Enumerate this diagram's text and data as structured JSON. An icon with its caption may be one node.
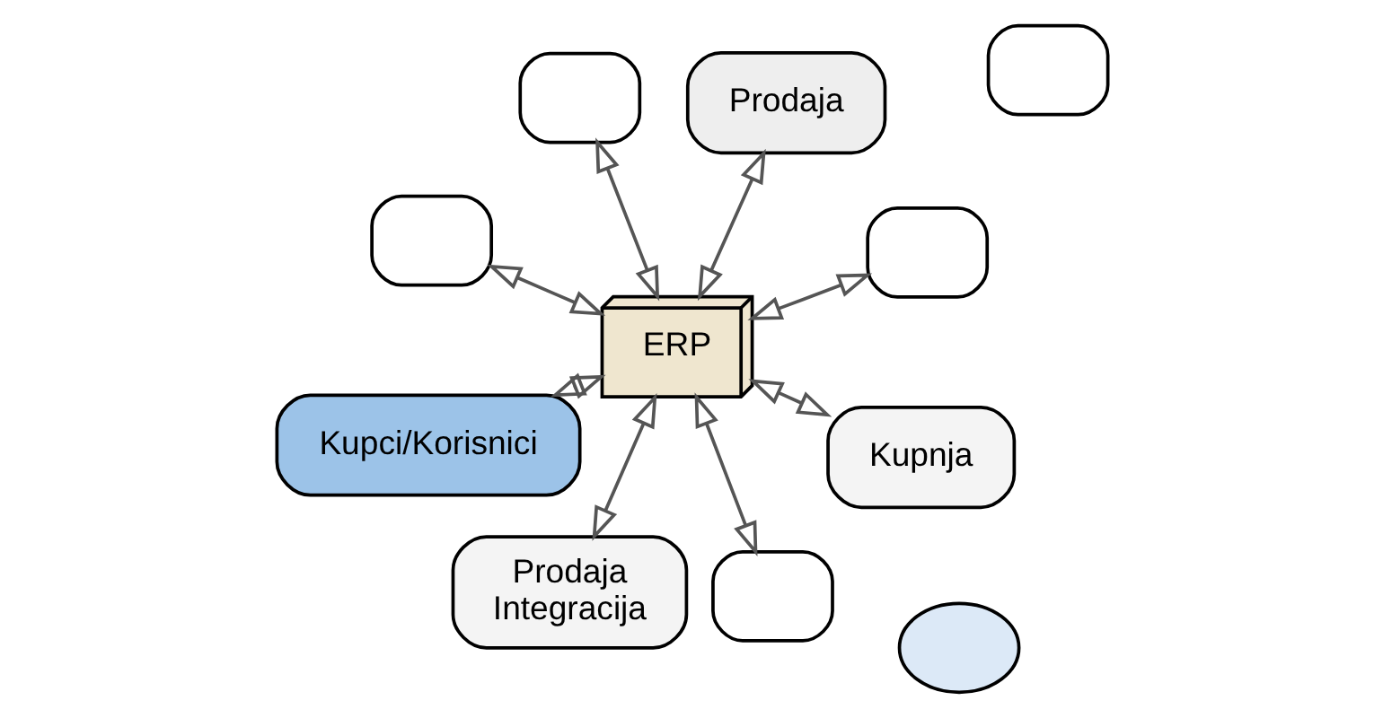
{
  "diagram": {
    "nodes": [
      {
        "text": [
          "Prodaja"
        ]
      },
      {
        "text": [],
        "shape": "box"
      },
      {
        "text": [
          "Kupnja"
        ]
      },
      {
        "text": [
          "Kupci/Korisnici"
        ]
      },
      {
        "text": [
          "ERP"
        ]
      },
      {
        "text": [
          "Prodaja",
          "Integracija"
        ]
      },
      {
        "text": [],
        "shape": "box"
      },
      {
        "text": [],
        "shape": "box"
      },
      {
        "text": [],
        "shape": "cloud"
      },
      {
        "text": [],
        "shape": "box"
      },
      {
        "text": [],
        "shape": "box"
      }
    ],
    "edges": [
      {
        "from": 4,
        "to": 0,
        "arrow": "both"
      },
      {
        "from": 4,
        "to": 1,
        "arrow": "both"
      },
      {
        "from": 4,
        "to": 2,
        "arrow": "both"
      },
      {
        "from": 4,
        "to": 3,
        "arrow": "both"
      },
      {
        "from": 4,
        "to": 5,
        "arrow": "both"
      },
      {
        "from": 4,
        "to": 7,
        "arrow": "both"
      },
      {
        "from": 4,
        "to": 9,
        "arrow": "both"
      },
      {
        "from": 4,
        "to": 10,
        "arrow": "both"
      }
    ]
  }
}
